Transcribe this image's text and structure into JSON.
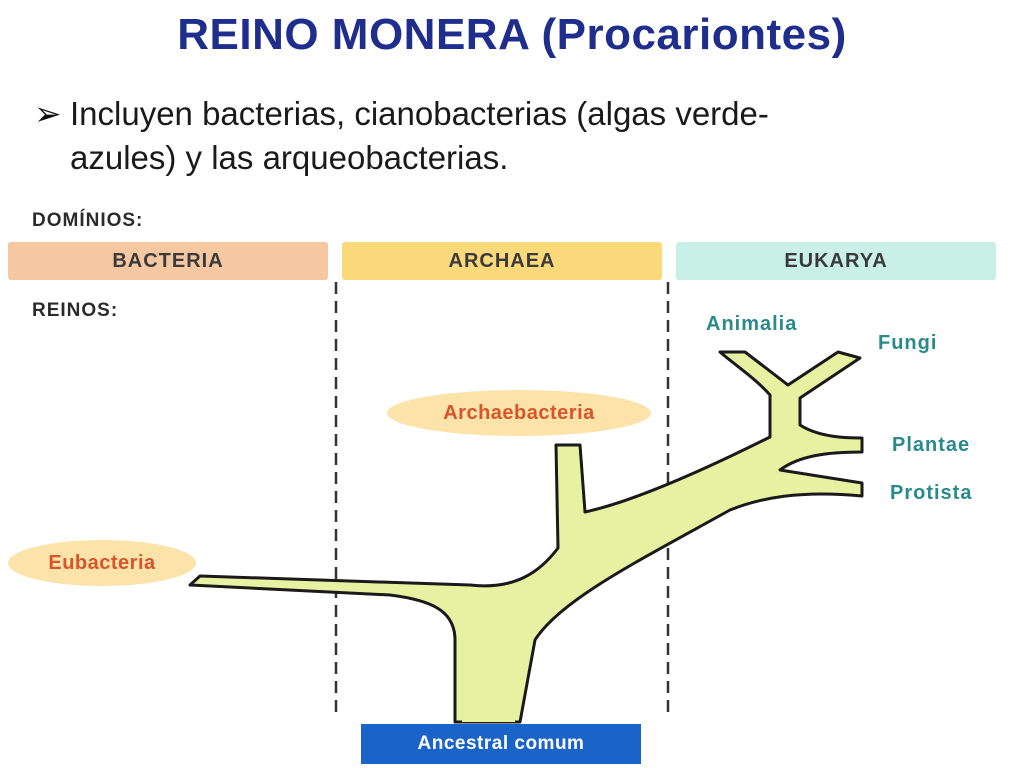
{
  "title": "REINO MONERA (Procariontes)",
  "bullet": {
    "line1": "Incluyen bacterias, cianobacterias (algas verde-",
    "line2": "azules) y las arqueobacterias."
  },
  "diagram": {
    "domains_label": "DOMÍNIOS:",
    "kingdoms_label": "REINOS:",
    "domains": [
      "BACTERIA",
      "ARCHAEA",
      "EUKARYA"
    ],
    "kingdoms": [
      "Animalia",
      "Fungi",
      "Plantae",
      "Protista"
    ],
    "eubacteria": "Eubacteria",
    "archaebacteria": "Archaebacteria",
    "ancestor": "Ancestral comum",
    "colors": {
      "bacteria": "#f6c8a2",
      "archaea": "#fbd97a",
      "eukarya": "#c8f0e6",
      "branch": "#e6f2a2",
      "oval": "#fbe3a9",
      "ancestor": "#1a63c9",
      "kingdom_text": "#2a8a8a",
      "oval_text": "#d8542b"
    }
  }
}
